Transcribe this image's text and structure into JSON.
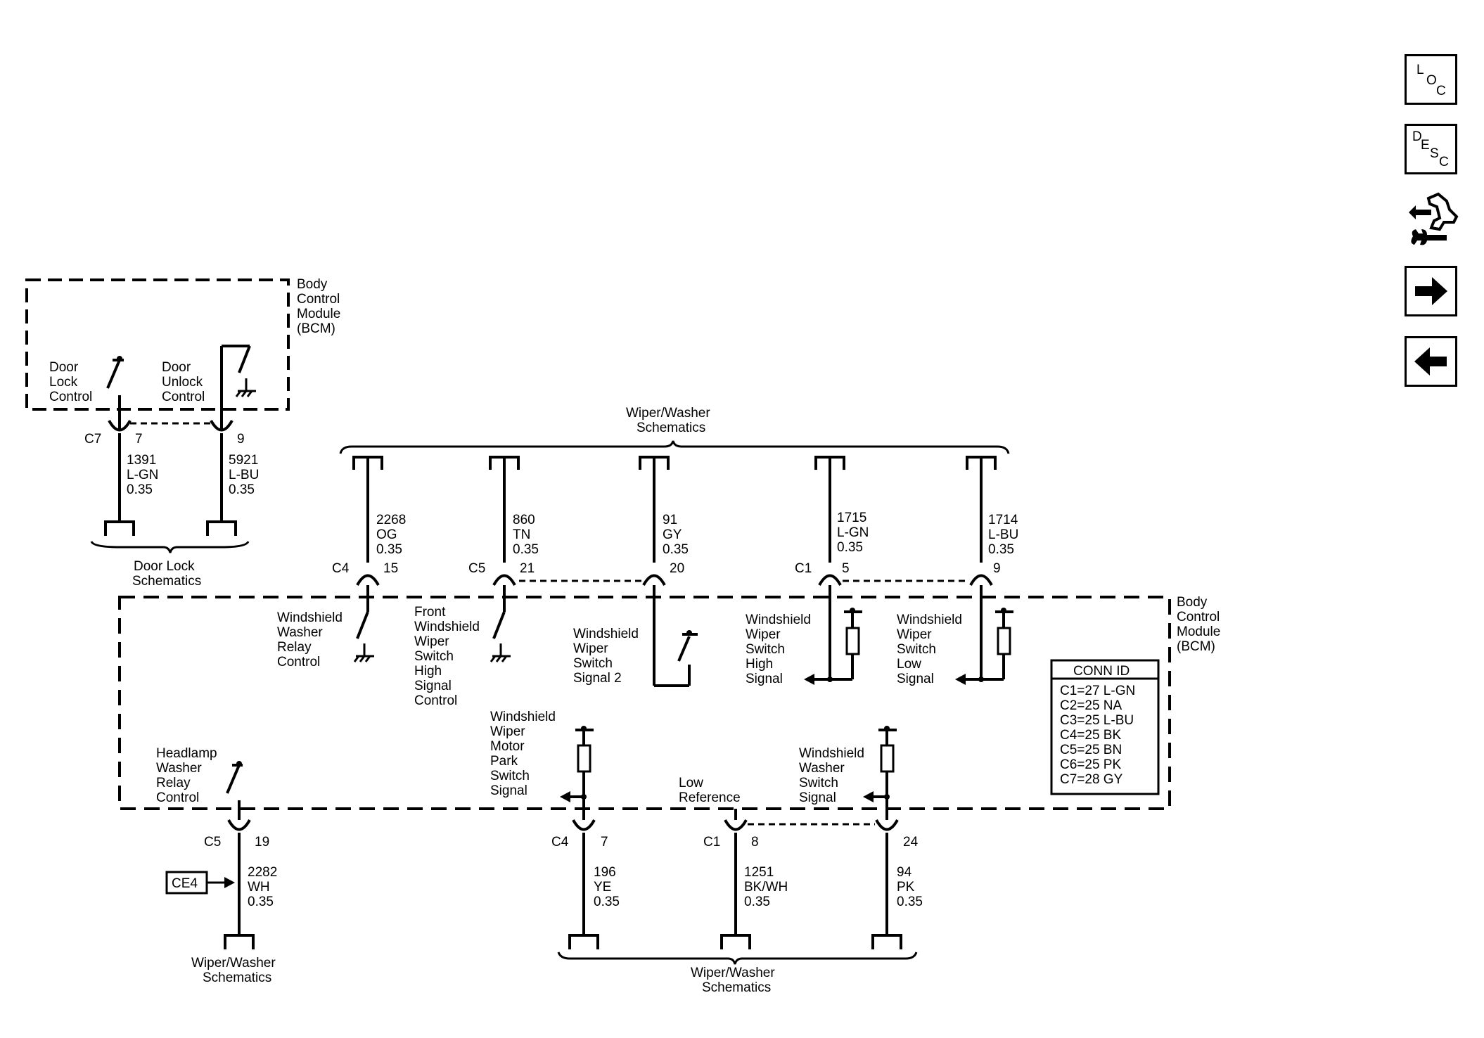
{
  "nav": {
    "loc": {
      "l1": "L",
      "l2": "O",
      "l3": "C"
    },
    "desc": {
      "l1": "D",
      "l2": "E",
      "l3": "S",
      "l4": "C"
    }
  },
  "icons": [
    "loc-button-icon",
    "desc-button-icon",
    "wiring-tool-icon",
    "next-arrow-icon",
    "back-arrow-icon"
  ],
  "bcm_top": {
    "label": [
      "Body",
      "Control",
      "Module",
      "(BCM)"
    ]
  },
  "door_lock": {
    "lock_label": [
      "Door",
      "Lock",
      "Control"
    ],
    "unlock_label": [
      "Door",
      "Unlock",
      "Control"
    ],
    "connector": "C7",
    "pin_lock": "7",
    "pin_unlock": "9",
    "wire_lock": [
      "1391",
      "L-GN",
      "0.35"
    ],
    "wire_unlock": [
      "5921",
      "L-BU",
      "0.35"
    ],
    "schematics_label": [
      "Door Lock",
      "Schematics"
    ]
  },
  "wiper_top": {
    "label": [
      "Wiper/Washer",
      "Schematics"
    ]
  },
  "circuits_top": [
    {
      "connector": "C4",
      "pin": "15",
      "wire": [
        "2268",
        "OG",
        "0.35"
      ],
      "function": [
        "Windshield",
        "Washer",
        "Relay",
        "Control"
      ]
    },
    {
      "connector": "C5",
      "pin": "21",
      "wire": [
        "860",
        "TN",
        "0.35"
      ],
      "function": [
        "Front",
        "Windshield",
        "Wiper",
        "Switch",
        "High",
        "Signal",
        "Control"
      ]
    },
    {
      "connector": "",
      "pin": "20",
      "wire": [
        "91",
        "GY",
        "0.35"
      ],
      "function": [
        "Windshield",
        "Wiper",
        "Switch",
        "Signal 2"
      ]
    },
    {
      "connector": "C1",
      "pin": "5",
      "wire": [
        "1715",
        "L-GN",
        "0.35"
      ],
      "function": [
        "Windshield",
        "Wiper",
        "Switch",
        "High",
        "Signal"
      ]
    },
    {
      "connector": "",
      "pin": "9",
      "wire": [
        "1714",
        "L-BU",
        "0.35"
      ],
      "function": [
        "Windshield",
        "Wiper",
        "Switch",
        "Low",
        "Signal"
      ]
    }
  ],
  "bcm_main": {
    "label": [
      "Body",
      "Control",
      "Module",
      "(BCM)"
    ]
  },
  "conn_id": {
    "title": "CONN ID",
    "rows": [
      "C1=27 L-GN",
      "C2=25 NA",
      "C3=25 L-BU",
      "C4=25 BK",
      "C5=25 BN",
      "C6=25 PK",
      "C7=28 GY"
    ]
  },
  "circuits_bottom": [
    {
      "connector": "C5",
      "pin": "19",
      "wire": [
        "2282",
        "WH",
        "0.35"
      ],
      "function": [
        "Headlamp",
        "Washer",
        "Relay",
        "Control"
      ]
    },
    {
      "connector": "C4",
      "pin": "7",
      "wire": [
        "196",
        "YE",
        "0.35"
      ],
      "function": [
        "Windshield",
        "Wiper",
        "Motor",
        "Park",
        "Switch",
        "Signal"
      ]
    },
    {
      "connector": "C1",
      "pin": "8",
      "wire": [
        "1251",
        "BK/WH",
        "0.35"
      ],
      "function": [
        "Low",
        "Reference"
      ]
    },
    {
      "connector": "",
      "pin": "24",
      "wire": [
        "94",
        "PK",
        "0.35"
      ],
      "function": [
        "Windshield",
        "Washer",
        "Switch",
        "Signal"
      ]
    }
  ],
  "ce4": {
    "label": "CE4"
  },
  "wiper_bottom_left": {
    "label": [
      "Wiper/Washer",
      "Schematics"
    ]
  },
  "wiper_bottom": {
    "label": [
      "Wiper/Washer",
      "Schematics"
    ]
  }
}
